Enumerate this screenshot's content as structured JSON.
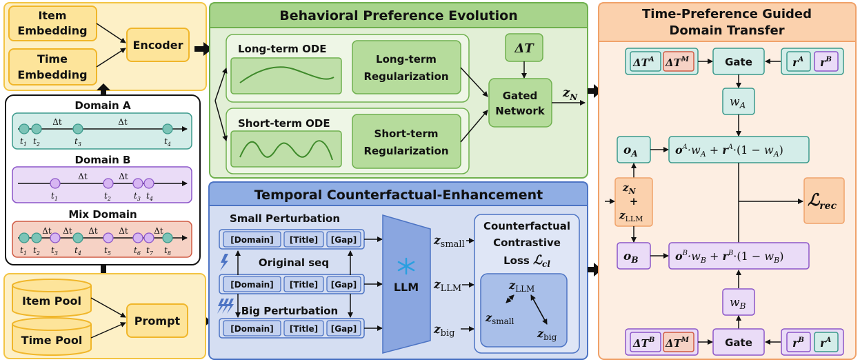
{
  "input": {
    "item_embedding": [
      "Item",
      "Embedding"
    ],
    "time_embedding": [
      "Time",
      "Embedding"
    ],
    "encoder": "Encoder"
  },
  "domains": {
    "a": {
      "title": "Domain A",
      "dt": [
        "Δt",
        "Δt"
      ],
      "t": [
        "t",
        "t",
        "t",
        "t"
      ],
      "sub": [
        "1",
        "2",
        "3",
        "4"
      ]
    },
    "b": {
      "title": "Domain B",
      "dt": [
        "Δt",
        "Δt"
      ],
      "t": [
        "t",
        "t",
        "t",
        "t"
      ],
      "sub": [
        "1",
        "2",
        "3",
        "4"
      ]
    },
    "mix": {
      "title": "Mix Domain",
      "dt": [
        "Δt",
        "Δt",
        "Δt",
        "Δt",
        "Δt"
      ],
      "t": [
        "t",
        "t",
        "t",
        "t",
        "t",
        "t",
        "t",
        "t"
      ],
      "sub": [
        "1",
        "2",
        "3",
        "4",
        "5",
        "6",
        "7",
        "8"
      ]
    }
  },
  "pools": {
    "item": "Item Pool",
    "time": "Time Pool",
    "prompt": "Prompt"
  },
  "evolution": {
    "title": "Behavioral Preference Evolution",
    "long_ode": "Long-term ODE",
    "long_reg": [
      "Long-term",
      "Regularization"
    ],
    "short_ode": "Short-term ODE",
    "short_reg": [
      "Short-term",
      "Regularization"
    ],
    "delta_t": "ΔT",
    "gated": [
      "Gated",
      "Network"
    ],
    "zn": "z",
    "zn_sub": "N"
  },
  "counterfactual": {
    "title": "Temporal Counterfactual-Enhancement",
    "small": "Small Perturbation",
    "original": "Original seq",
    "big": "Big Perturbation",
    "tokens": [
      "[Domain]",
      "[Title]",
      "[Gap]"
    ],
    "llm": "LLM",
    "z": "z",
    "z_small": "small",
    "z_llm": "LLM",
    "z_big": "big",
    "loss": [
      "Counterfactual",
      "Contrastive",
      "Loss "
    ],
    "loss_symbol": "ℒ",
    "loss_sub": "cl"
  },
  "transfer": {
    "title": [
      "Time-Preference Guided",
      "Domain Transfer"
    ],
    "gate": "Gate",
    "delta": "ΔT",
    "sup_a": "A",
    "sup_m": "M",
    "sup_b": "B",
    "r": "r",
    "w": "w",
    "w_a": "A",
    "w_b": "B",
    "o": "o",
    "o_a": "A",
    "o_b": "B",
    "formula_a": [
      "·",
      " + ",
      "·(1 − ",
      ")"
    ],
    "formula_b": [
      "·",
      " + ",
      "·(1 − ",
      ")"
    ],
    "mid": [
      "z",
      "N",
      "+",
      "z",
      "LLM"
    ],
    "loss_symbol": "ℒ",
    "loss_sub": "rec"
  }
}
